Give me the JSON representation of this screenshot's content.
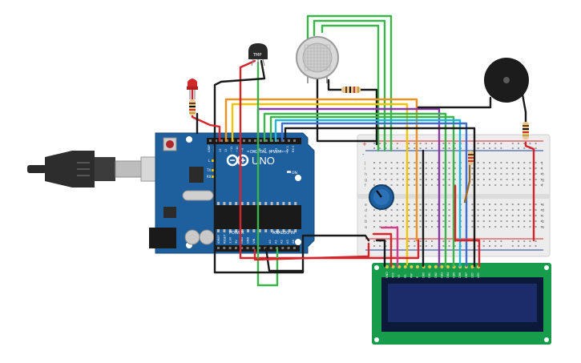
{
  "arduino": {
    "brand_word": "UNO",
    "digital_label": "DIGITAL (PWM ~)",
    "power_label": "POWER",
    "analog_label": "ANALOG IN",
    "on_label": "ON",
    "tx_label": "TX",
    "rx_label": "RX",
    "l_label": "L",
    "aref_label": "AREF",
    "gnd_label": "GND",
    "analog_pins": [
      "A0",
      "A1",
      "A2",
      "A3",
      "A4",
      "A5"
    ],
    "power_pins": [
      "IOREF",
      "RESET",
      "3.3V",
      "5V",
      "GND",
      "GND",
      "VIN"
    ],
    "digital_pins": [
      "13",
      "12",
      "~11",
      "~10",
      "~9",
      "8",
      "7",
      "~6",
      "~5",
      "4",
      "~3",
      "2",
      "TX 1",
      "RX 0"
    ]
  },
  "sensor": {
    "tmp_label": "TMP"
  },
  "breadboard": {
    "row_letters_top": [
      "j",
      "i",
      "h",
      "g",
      "f"
    ],
    "row_letters_bottom": [
      "e",
      "d",
      "c",
      "b",
      "a"
    ],
    "plus": "+",
    "minus": "-"
  },
  "lcd": {
    "pin_labels": [
      "GND",
      "VCC",
      "V0",
      "RS",
      "RW",
      "E",
      "DB0",
      "DB1",
      "DB2",
      "DB3",
      "DB4",
      "DB5",
      "DB6",
      "DB7",
      "LED",
      "LED"
    ]
  },
  "colors": {
    "board": "#1e5f9e",
    "lcd_board": "#179c4b",
    "lcd_screen": "#1b2c6b",
    "breadboard": "#ececec",
    "wire_red": "#d6252a",
    "wire_black": "#1a1a1a",
    "wire_green": "#3ab54a",
    "wire_orange": "#f0911e",
    "wire_yellow": "#f2c400",
    "wire_purple": "#8a3aa8",
    "wire_blue": "#3a6fd6",
    "wire_cyan": "#22b5d8",
    "wire_pink": "#d43c8a",
    "wire_brown": "#9b6a2a"
  },
  "icons": [
    "usb-cable-icon",
    "led-icon",
    "resistor-icon",
    "temperature-sensor-icon",
    "gas-sensor-icon",
    "buzzer-icon",
    "potentiometer-icon",
    "lcd-display-icon",
    "arduino-logo-icon"
  ]
}
